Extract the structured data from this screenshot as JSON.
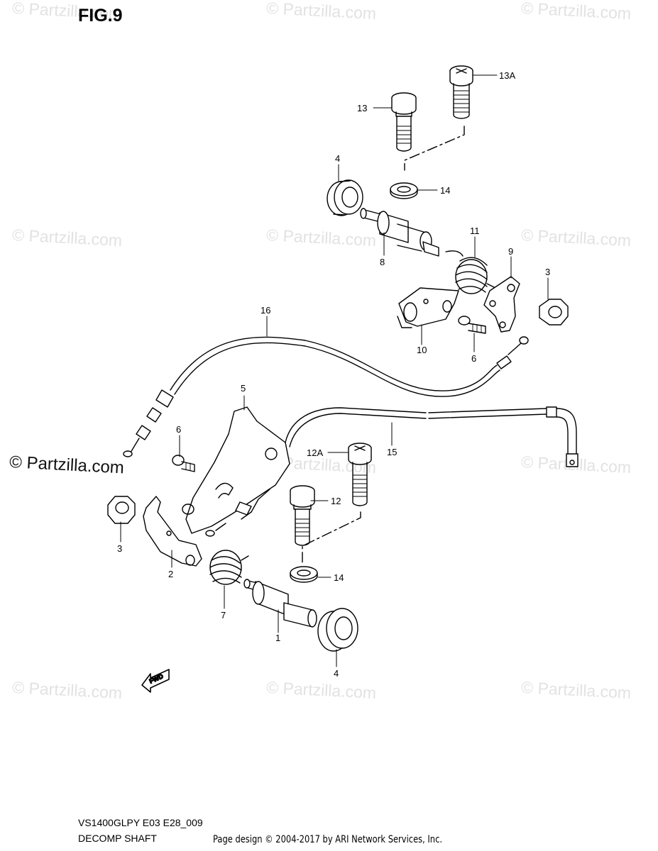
{
  "figure": {
    "title": "FIG.9"
  },
  "watermark": {
    "text": "© Partzilla.com",
    "count_faded": 11
  },
  "callouts": [
    "13A",
    "13",
    "4",
    "14",
    "11",
    "9",
    "8",
    "3",
    "16",
    "10",
    "6",
    "5",
    "6",
    "15",
    "12A",
    "12",
    "3",
    "14",
    "2",
    "7",
    "1",
    "4"
  ],
  "footer": {
    "model": "VS1400GLPY E03 E28_009",
    "section": "DECOMP SHAFT",
    "credit": "Page design © 2004-2017 by ARI Network Services, Inc."
  },
  "fwd_arrow": {
    "label": "FWD"
  }
}
